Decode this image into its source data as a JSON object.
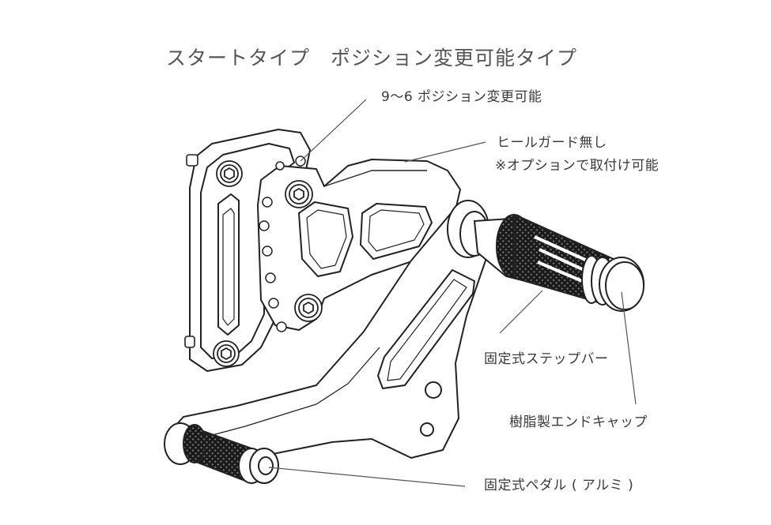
{
  "title": "スタートタイプ　ポジション変更可能タイプ",
  "labels": {
    "position": "9～6 ポジション変更可能",
    "heel_guard_1": "ヒールガード無し",
    "heel_guard_2": "※オプションで取付け可能",
    "step_bar": "固定式ステップバー",
    "end_cap": "樹脂製エンドキャップ",
    "pedal": "固定式ペダル ( アルミ )"
  },
  "colors": {
    "line": "#222222",
    "leader": "#555555",
    "knurl": "#1a1a1a",
    "text": "#3a3a3a"
  }
}
